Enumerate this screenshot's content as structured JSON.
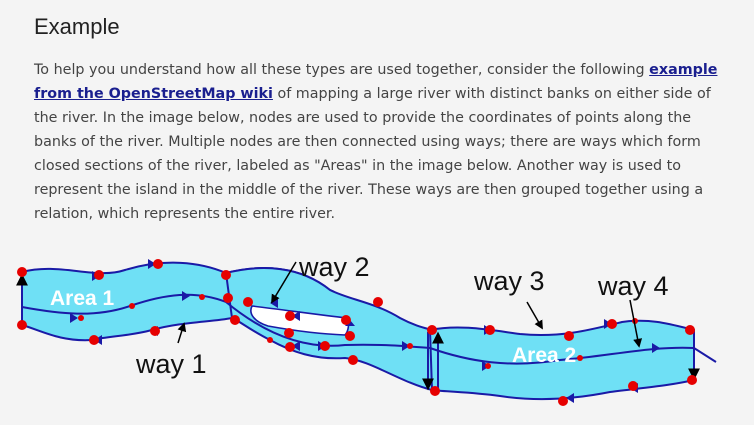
{
  "heading": "Example",
  "paragraph": {
    "before_link": "To help you understand how all these types are used together, consider the following ",
    "link_text": "example from the OpenStreetMap wiki",
    "after_link": " of mapping a large river with distinct banks on either side of the river. In the image below, nodes are used to provide the coordinates of points along the banks of the river. Multiple nodes are then connected using ways; there are ways which form closed sections of the river, labeled as \"Areas\" in the image below. Another way is used to represent the island in the middle of the river. These ways are then grouped together using a relation, which represents the entire river."
  },
  "diagram": {
    "labels": {
      "area1": "Area 1",
      "area2": "Area 2",
      "way1": "way 1",
      "way2": "way 2",
      "way3": "way 3",
      "way4": "way 4"
    },
    "colors": {
      "water": "#6fe0f5",
      "way_line": "#1a1aa6",
      "node": "#e60000"
    }
  }
}
